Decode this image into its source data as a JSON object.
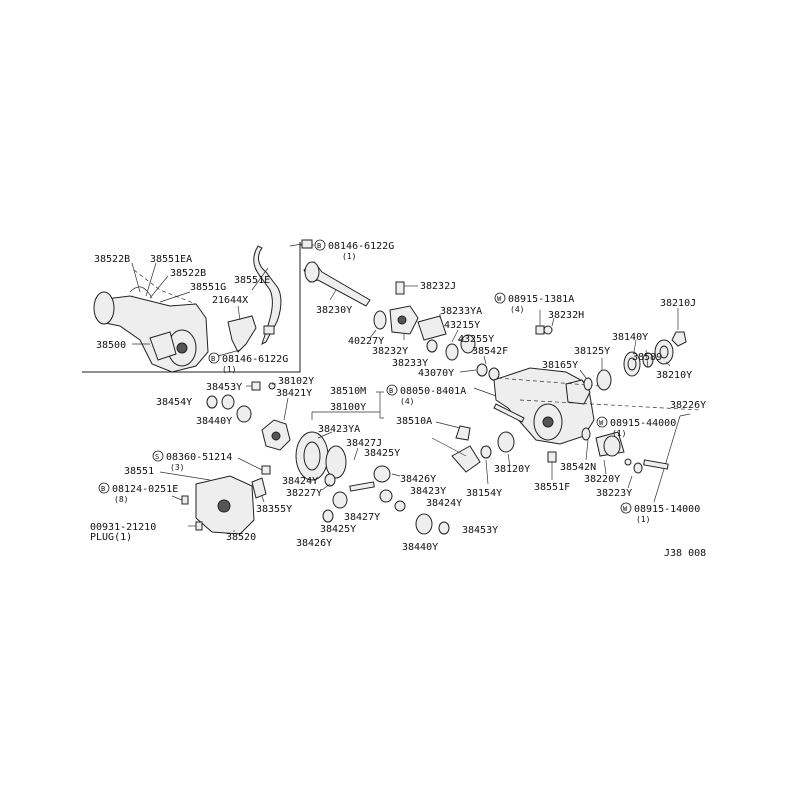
{
  "diagram_id": "J38 008",
  "labels": {
    "p38522B_a": "38522B",
    "p38551EA": "38551EA",
    "p38522B_b": "38522B",
    "p38551G": "38551G",
    "p38551E": "38551E",
    "p21644X": "21644X",
    "p38500": "38500",
    "b08146_top": "08146-6122G",
    "b08146_top_qty": "(1)",
    "b08146_bot": "08146-6122G",
    "b08146_bot_qty": "(1)",
    "p38232J": "38232J",
    "p38230Y": "38230Y",
    "p38233YA": "38233YA",
    "p40227Y": "40227Y",
    "p43215Y": "43215Y",
    "p43255Y": "43255Y",
    "p38232Y": "38232Y",
    "p38542F": "38542F",
    "p38233Y": "38233Y",
    "p43070Y": "43070Y",
    "w08915_1381A": "08915-1381A",
    "w08915_1381A_qty": "(4)",
    "p38232H": "38232H",
    "p38210J": "38210J",
    "p38140Y": "38140Y",
    "p38125Y": "38125Y",
    "p38165Y": "38165Y",
    "p38589": "38589",
    "p38210Y": "38210Y",
    "p38226Y": "38226Y",
    "p38453Y_l": "38453Y",
    "p38102Y": "38102Y",
    "p38421Y": "38421Y",
    "p38454Y": "38454Y",
    "p38440Y_l": "38440Y",
    "p38510M": "38510M",
    "b08050_8401A": "08050-8401A",
    "b08050_8401A_qty": "(4)",
    "p38100Y": "38100Y",
    "p38510A": "38510A",
    "w08915_44000": "08915-44000",
    "w08915_44000_qty": "(1)",
    "p38423YA": "38423YA",
    "p38427J": "38427J",
    "p38425Y_t": "38425Y",
    "p38424Y_l": "38424Y",
    "p38227Y": "38227Y",
    "p38426Y_r": "38426Y",
    "p38423Y": "38423Y",
    "p38424Y_r": "38424Y",
    "p38427Y": "38427Y",
    "p38425Y_b": "38425Y",
    "p38426Y_b": "38426Y",
    "p38440Y_b": "38440Y",
    "p38453Y_b": "38453Y",
    "p38120Y": "38120Y",
    "p38154Y": "38154Y",
    "p38542N": "38542N",
    "p38551F": "38551F",
    "p38220Y": "38220Y",
    "p38223Y": "38223Y",
    "w08915_14000": "08915-14000",
    "w08915_14000_qty": "(1)",
    "s08360_51214": "08360-51214",
    "s08360_51214_qty": "(3)",
    "p38551": "38551",
    "b08124_0251E": "08124-0251E",
    "b08124_0251E_qty": "(8)",
    "p38355Y": "38355Y",
    "p00931_21210": "00931-21210",
    "plug_label": "PLUG(1)",
    "p38520": "38520",
    "ref_code": "J38 008"
  },
  "symbols": {
    "bolt": "B",
    "washer": "W",
    "screw": "S"
  }
}
